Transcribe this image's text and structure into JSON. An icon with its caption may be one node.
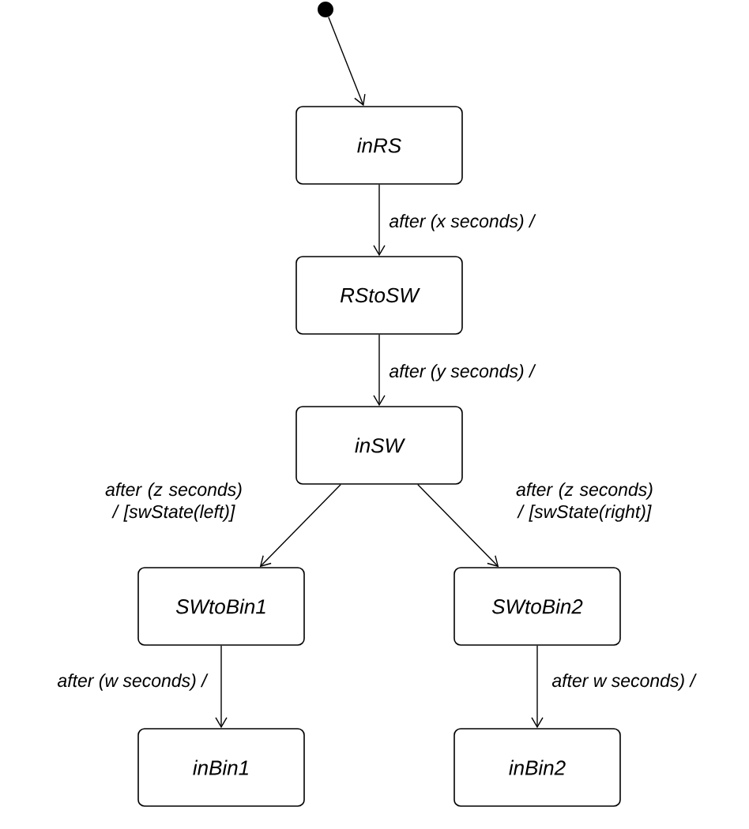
{
  "diagram": {
    "nodes": [
      {
        "text": [],
        "shape": "circle"
      },
      {
        "text": [
          "inRS"
        ]
      },
      {
        "text": [
          "RStoSW"
        ]
      },
      {
        "text": [
          "inSW"
        ]
      },
      {
        "text": [
          "SWtoBin1"
        ]
      },
      {
        "text": [
          "SWtoBin2"
        ]
      },
      {
        "text": [
          "inBin1"
        ]
      },
      {
        "text": [
          "inBin2"
        ]
      }
    ],
    "edges": [
      {
        "from": 0,
        "to": 1,
        "arrow": "to"
      },
      {
        "from": 1,
        "to": 2,
        "arrow": "to",
        "label": "after (x seconds) /"
      },
      {
        "from": 2,
        "to": 3,
        "arrow": "to",
        "label": "after (y seconds) /"
      },
      {
        "from": 3,
        "to": 4,
        "arrow": "to",
        "label": "after (z seconds) / [swState(left)]"
      },
      {
        "from": 3,
        "to": 5,
        "arrow": "to",
        "label": "after (z seconds) / [swState(right)]"
      },
      {
        "from": 4,
        "to": 6,
        "arrow": "to",
        "label": "after (w seconds) /"
      },
      {
        "from": 5,
        "to": 7,
        "arrow": "to",
        "label": "after w seconds) /"
      }
    ]
  }
}
